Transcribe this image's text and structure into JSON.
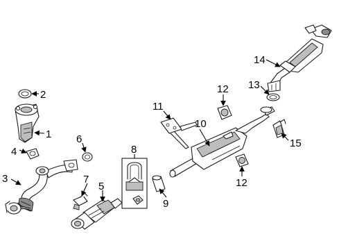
{
  "callouts": {
    "c1": "1",
    "c2": "2",
    "c3": "3",
    "c4": "4",
    "c5": "5",
    "c6": "6",
    "c7": "7",
    "c8": "8",
    "c9": "9",
    "c10": "10",
    "c11": "11",
    "c12a": "12",
    "c12b": "12",
    "c13": "13",
    "c14": "14",
    "c15": "15"
  },
  "colors": {
    "line": "#1a1a1a",
    "shade": "#bdbdbd",
    "background": "#ffffff"
  }
}
